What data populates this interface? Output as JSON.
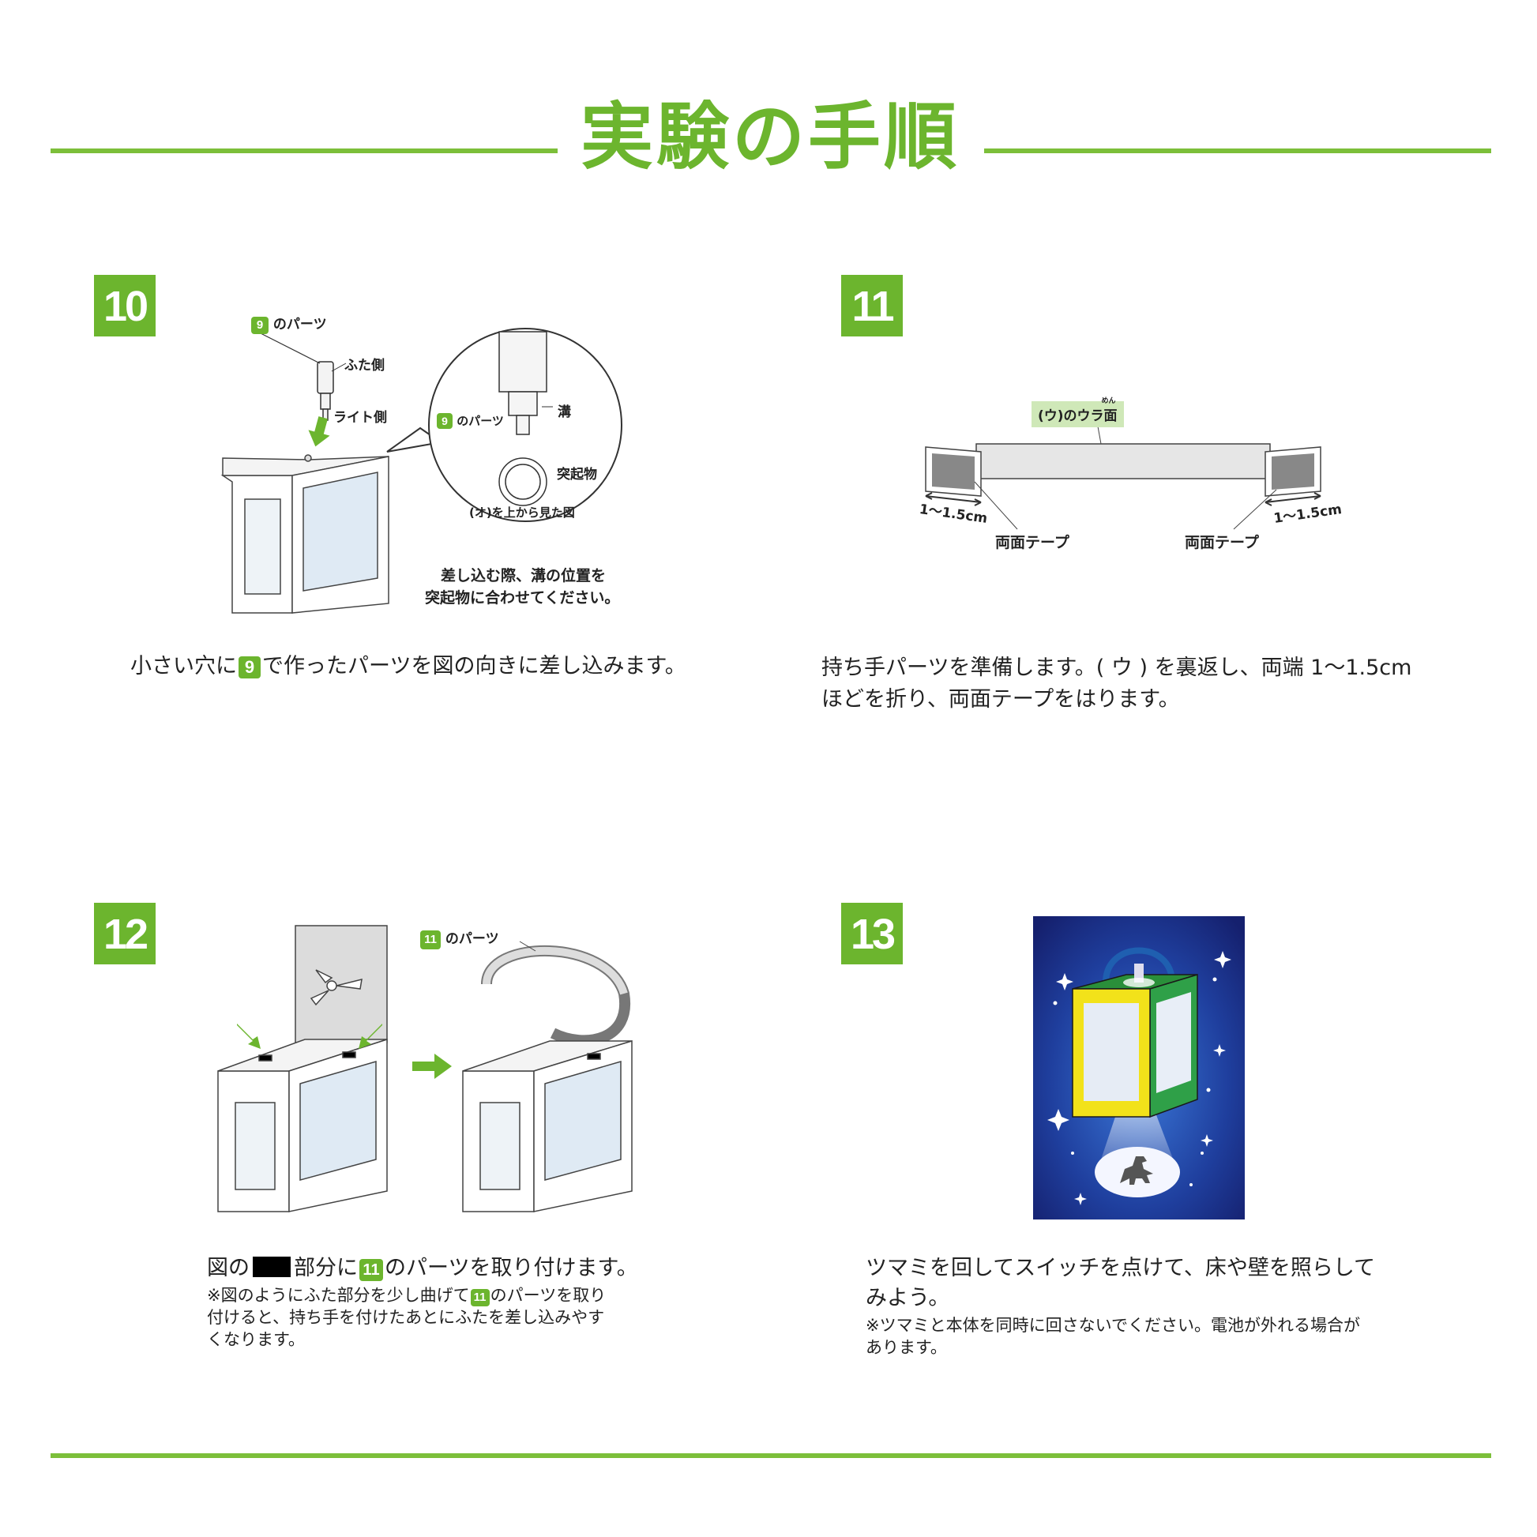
{
  "header": {
    "title": "実験の手順"
  },
  "colors": {
    "accent": "#6cb52e",
    "rule": "#7cbf3a",
    "night_bg": "#1a2d8a"
  },
  "steps": [
    {
      "number": "10",
      "text_before": "小さい穴に",
      "badge": "9",
      "text_after": "で作ったパーツを図の向きに差し込みます。",
      "labels": {
        "parts_badge": "9",
        "parts": "のパーツ",
        "lid_side": "ふた側",
        "light_side": "ライト側",
        "zoom_parts_badge": "9",
        "zoom_parts": "のパーツ",
        "groove": "溝",
        "protrusion": "突起物",
        "top_view": "(オ)を上から見た図",
        "caution_line1": "差し込む際、溝の位置を",
        "caution_line2": "突起物に合わせてください。"
      }
    },
    {
      "number": "11",
      "text_line1": "持ち手パーツを準備します。( ウ ) を裏返し、両端 1〜1.5cm",
      "text_line2": "ほどを折り、両面テープをはります。",
      "labels": {
        "back_side": "(ウ)のウラ面",
        "ruby": "めん",
        "size_left": "1〜1.5cm",
        "size_right": "1〜1.5cm",
        "tape_left": "両面テープ",
        "tape_right": "両面テープ"
      }
    },
    {
      "number": "12",
      "text_before": "図の",
      "text_middle": "部分に",
      "badge": "11",
      "text_after": "のパーツを取り付けます。",
      "note_before": "※図のようにふた部分を少し曲げて",
      "note_badge": "11",
      "note_after": "のパーツを取り",
      "note_line2": "付けると、持ち手を付けたあとにふたを差し込みやす",
      "note_line3": "くなります。",
      "labels": {
        "parts_badge": "11",
        "parts": "のパーツ"
      }
    },
    {
      "number": "13",
      "text_line1": "ツマミを回してスイッチを点けて、床や壁を照らして",
      "text_line2": "みよう。",
      "note_line1": "※ツマミと本体を同時に回さないでください。電池が外れる場合が",
      "note_line2": "あります。"
    }
  ]
}
